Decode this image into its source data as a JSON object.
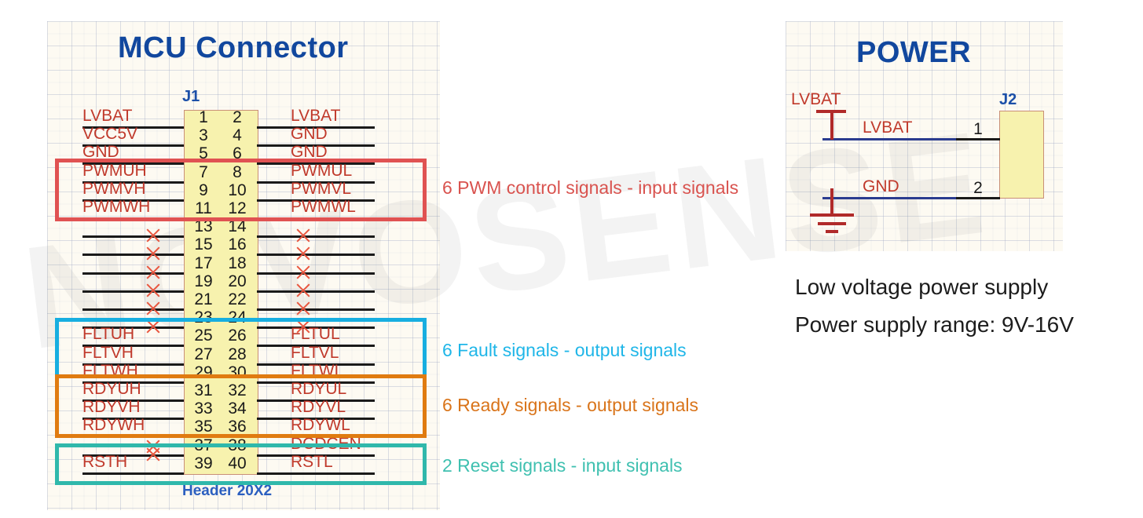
{
  "watermark": "NOVOSENSE",
  "sections": {
    "mcu": {
      "title": "MCU   Connector",
      "refdes": "J1",
      "footprint": "Header 20X2",
      "rows": [
        {
          "left": "LVBAT",
          "lpin": "1",
          "rpin": "2",
          "right": "LVBAT"
        },
        {
          "left": "VCC5V",
          "lpin": "3",
          "rpin": "4",
          "right": "GND"
        },
        {
          "left": "GND",
          "lpin": "5",
          "rpin": "6",
          "right": "GND"
        },
        {
          "left": "PWMUH",
          "lpin": "7",
          "rpin": "8",
          "right": "PWMUL"
        },
        {
          "left": "PWMVH",
          "lpin": "9",
          "rpin": "10",
          "right": "PWMVL"
        },
        {
          "left": "PWMWH",
          "lpin": "11",
          "rpin": "12",
          "right": "PWMWL"
        },
        {
          "left": "",
          "lpin": "13",
          "rpin": "14",
          "right": ""
        },
        {
          "left": "",
          "lpin": "15",
          "rpin": "16",
          "right": ""
        },
        {
          "left": "",
          "lpin": "17",
          "rpin": "18",
          "right": ""
        },
        {
          "left": "",
          "lpin": "19",
          "rpin": "20",
          "right": ""
        },
        {
          "left": "",
          "lpin": "21",
          "rpin": "22",
          "right": ""
        },
        {
          "left": "",
          "lpin": "23",
          "rpin": "24",
          "right": ""
        },
        {
          "left": "FLTUH",
          "lpin": "25",
          "rpin": "26",
          "right": "FLTUL"
        },
        {
          "left": "FLTVH",
          "lpin": "27",
          "rpin": "28",
          "right": "FLTVL"
        },
        {
          "left": "FLTWH",
          "lpin": "29",
          "rpin": "30",
          "right": "FLTWL"
        },
        {
          "left": "RDYUH",
          "lpin": "31",
          "rpin": "32",
          "right": "RDYUL"
        },
        {
          "left": "RDYVH",
          "lpin": "33",
          "rpin": "34",
          "right": "RDYVL"
        },
        {
          "left": "RDYWH",
          "lpin": "35",
          "rpin": "36",
          "right": "RDYWL"
        },
        {
          "left": "",
          "lpin": "37",
          "rpin": "38",
          "right": "DCDCEN"
        },
        {
          "left": "RSTH",
          "lpin": "39",
          "rpin": "40",
          "right": "RSTL"
        }
      ]
    },
    "power": {
      "title": "POWER",
      "refdes": "J2",
      "supply_label": "LVBAT",
      "rows": [
        {
          "net": "LVBAT",
          "pin": "1"
        },
        {
          "net": "GND",
          "pin": "2"
        }
      ],
      "notes": [
        "Low voltage power supply",
        "Power supply range: 9V-16V"
      ]
    }
  },
  "annotations": [
    {
      "text": "6 PWM control signals - input signals",
      "color": "#d9534f"
    },
    {
      "text": "6 Fault signals - output signals",
      "color": "#1fb6e8"
    },
    {
      "text": "6 Ready signals - output signals",
      "color": "#d9741a"
    },
    {
      "text": "2 Reset signals - input signals",
      "color": "#3fc0b0"
    }
  ],
  "colors": {
    "pwm_box": "#e05252",
    "fault_box": "#17aee0",
    "ready_box": "#e07b10",
    "reset_box": "#2fb8ab",
    "net_text": "#c0392b",
    "title_blue": "#11479e",
    "body_fill": "#f7f2ae"
  }
}
